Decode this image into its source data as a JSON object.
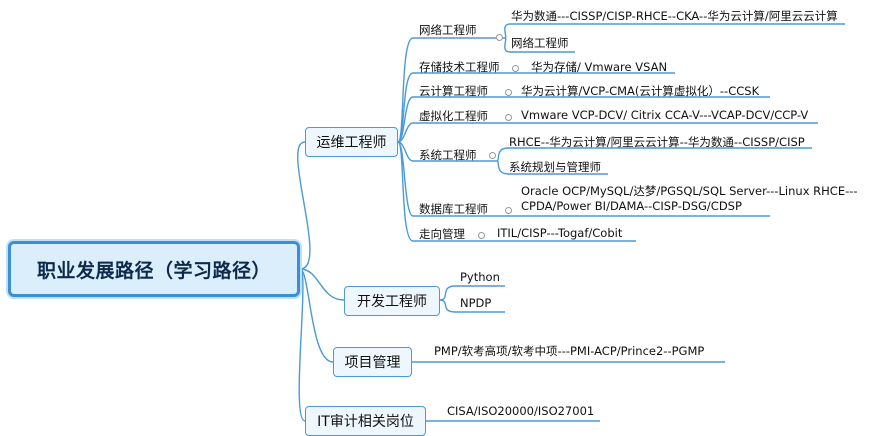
{
  "root": {
    "label": "职业发展路径（学习路径）"
  },
  "branches": [
    {
      "label": "运维工程师",
      "children": [
        {
          "label": "网络工程师",
          "items": [
            "华为数通---CISSP/CISP-RHCE--CKA--华为云计算/阿里云云计算",
            "网络工程师"
          ]
        },
        {
          "label": "存储技术工程师",
          "items": [
            "华为存储/ Vmware VSAN"
          ]
        },
        {
          "label": "云计算工程师",
          "items": [
            "华为云计算/VCP-CMA(云计算虚拟化）--CCSK"
          ]
        },
        {
          "label": "虚拟化工程师",
          "items": [
            "Vmware VCP-DCV/ Citrix CCA-V---VCAP-DCV/CCP-V"
          ]
        },
        {
          "label": "系统工程师",
          "items": [
            "RHCE--华为云计算/阿里云云计算--华为数通--CISSP/CISP",
            "系统规划与管理师"
          ]
        },
        {
          "label": "数据库工程师",
          "items": [
            "Oracle OCP/MySQL/达梦/PGSQL/SQL Server---Linux RHCE---CPDA/Power BI/DAMA--CISP-DSG/CDSP"
          ]
        },
        {
          "label": "走向管理",
          "items": [
            "ITIL/CISP---Togaf/Cobit"
          ]
        }
      ]
    },
    {
      "label": "开发工程师",
      "items": [
        "Python",
        "NPDP"
      ]
    },
    {
      "label": "项目管理",
      "items": [
        "PMP/软考高项/软考中项---PMI-ACP/Prince2--PGMP"
      ]
    },
    {
      "label": "IT审计相关岗位",
      "items": [
        "CISA/ISO20000/ISO27001"
      ]
    }
  ]
}
